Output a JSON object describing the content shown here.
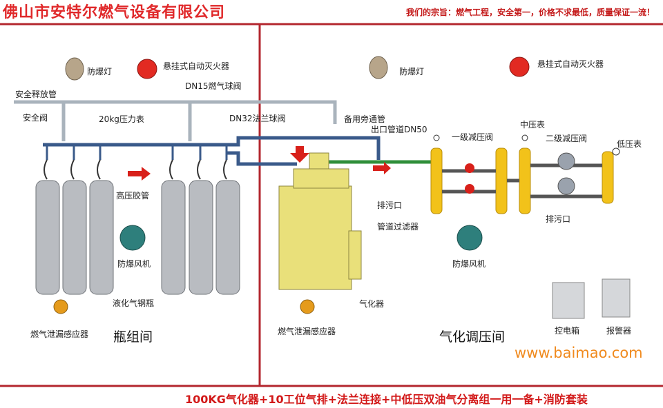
{
  "header": {
    "company": "佛山市安特尔燃气设备有限公司",
    "motto": "我们的宗旨：燃气工程，安全第一，价格不求最低，质量保证一流！"
  },
  "rooms": {
    "left": "瓶组间",
    "right": "气化调压间"
  },
  "labels": {
    "explosion_lamp_left": "防爆灯",
    "extinguisher_left": "悬挂式自动灭火器",
    "relief_pipe": "安全释放管",
    "dn15_valve": "DN15燃气球阀",
    "safety_valve": "安全阀",
    "pressure_gauge_20kg": "20kg压力表",
    "dn32_flange_valve": "DN32法兰球阀",
    "bypass_pipe": "备用旁通管",
    "outlet_pipe": "出口管道DN50",
    "explosion_lamp_right": "防爆灯",
    "extinguisher_right": "悬挂式自动灭火器",
    "stage1_reducer": "一级减压阀",
    "mid_gauge": "中压表",
    "stage2_reducer": "二级减压阀",
    "low_gauge": "低压表",
    "hp_hose": "高压胶管",
    "drain_left": "排污口",
    "pipe_filter": "管道过滤器",
    "drain_right": "排污口",
    "fan_left": "防爆风机",
    "fan_right": "防爆风机",
    "cylinder": "液化气钢瓶",
    "vaporizer": "气化器",
    "leak_sensor_left": "燃气泄漏感应器",
    "leak_sensor_right": "燃气泄漏感应器",
    "control_box": "控电箱",
    "alarm": "报警器"
  },
  "footer": "100KG气化器+10工位气排+法兰连接+中低压双油气分离组一用一备+消防套装",
  "watermark": "www.baimao.com",
  "colors": {
    "title_red": "#e0282a",
    "divider_red": "#b3262e",
    "pipe_gray": "#a9b3bc",
    "pipe_blue": "#3a5a8a",
    "pipe_green": "#2f8f3a",
    "regulator_yellow": "#f2c21a",
    "vaporizer_yellow": "#e9e07a",
    "arrow_red": "#d8201a"
  }
}
